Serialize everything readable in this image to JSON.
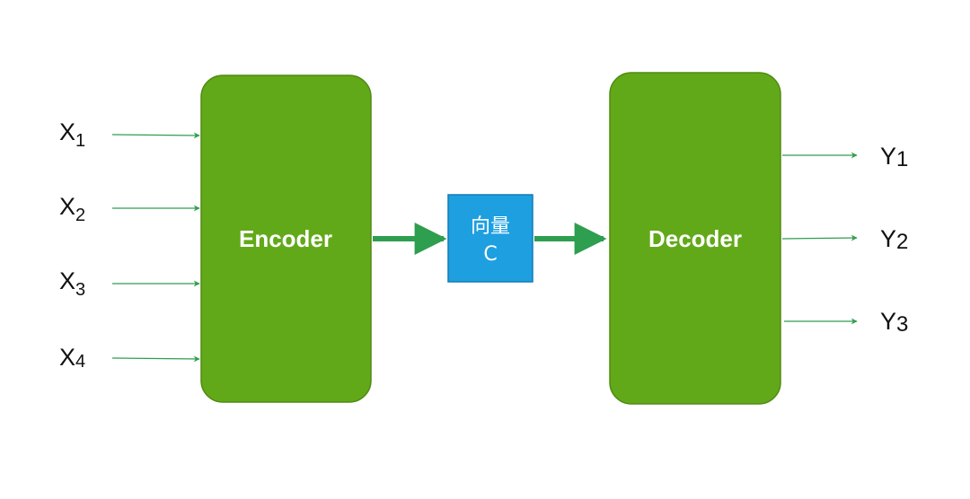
{
  "diagram": {
    "colors": {
      "block_fill": "#62a919",
      "block_stroke": "#4f8a12",
      "vector_fill": "#1e9fe0",
      "vector_stroke": "#147cb4",
      "arrow": "#2e9e4f",
      "text_dark": "#111111",
      "text_light": "#ffffff"
    },
    "encoder": {
      "label": "Encoder"
    },
    "vector": {
      "line1": "向量",
      "line2": "C"
    },
    "decoder": {
      "label": "Decoder"
    },
    "inputs": [
      {
        "base": "X",
        "sub": "1"
      },
      {
        "base": "X",
        "sub": "2"
      },
      {
        "base": "X",
        "sub": "3"
      },
      {
        "base": "X",
        "sub": "4"
      }
    ],
    "outputs": [
      {
        "base": "Y",
        "sub": "1"
      },
      {
        "base": "Y",
        "sub": "2"
      },
      {
        "base": "Y",
        "sub": "3"
      }
    ]
  }
}
